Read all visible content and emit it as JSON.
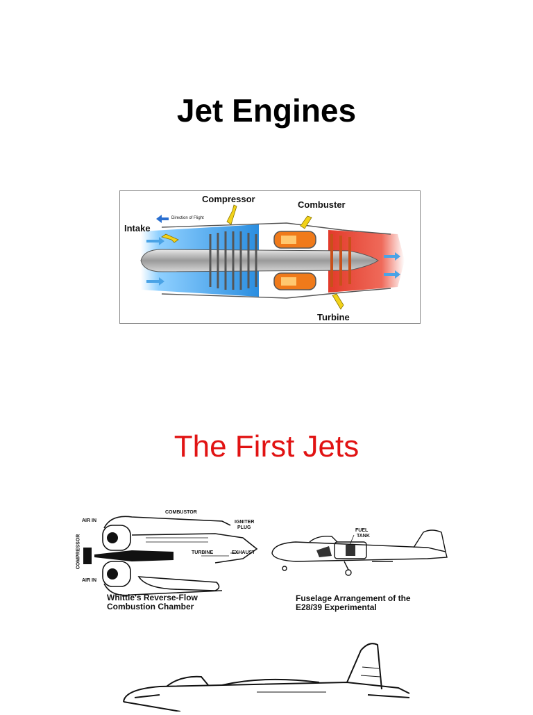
{
  "slide1": {
    "title": "Jet Engines",
    "diagram": {
      "labels": {
        "compressor": "Compressor",
        "combuster": "Combuster",
        "intake": "Intake",
        "turbine": "Turbine",
        "direction": "Direction of Flight"
      }
    }
  },
  "slide2": {
    "title": "The First Jets",
    "whittle": {
      "labels": {
        "combustor": "COMBUSTOR",
        "igniter": "IGNITER",
        "plug": "PLUG",
        "air_in_top": "AIR IN",
        "air_in_bottom": "AIR IN",
        "compressor": "COMPRESSOR",
        "turbine": "TURBINE",
        "exhaust": "EXHAUST"
      },
      "caption_line1": "Whittle's Reverse-Flow",
      "caption_line2": "Combustion Chamber"
    },
    "fuselage": {
      "labels": {
        "fuel": "FUEL",
        "tank": "TANK"
      },
      "caption_line1": "Fuselage Arrangement of the",
      "caption_line2": "E28/39 Experimental"
    }
  },
  "colors": {
    "title": "#000000",
    "subtitle": "#e11313",
    "cold_air": "#4aa3e6",
    "hot_gas": "#e23a2a",
    "combustion": "#f07a1a",
    "arrow": "#f2d21a"
  }
}
